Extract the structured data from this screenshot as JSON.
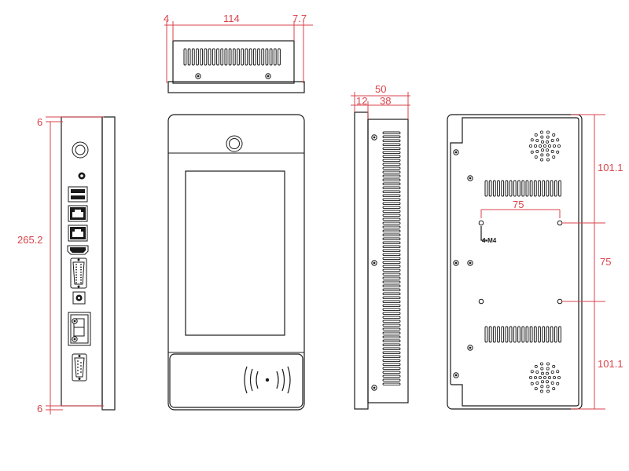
{
  "dimensions": {
    "top_left": "4",
    "top_width": "114",
    "top_right": "7.7",
    "side_depth_total": "50",
    "side_depth_front": "12",
    "side_depth_back": "38",
    "left_height": "265.2",
    "left_top_margin": "6",
    "left_bottom_margin": "6",
    "back_top": "101.1",
    "back_middle": "75",
    "back_bottom": "101.1",
    "vesa_width": "75",
    "mount_label": "4-M4"
  },
  "colors": {
    "dimension": "#d9434b",
    "outline": "#1a1a1a"
  },
  "icons": [
    "power-button-icon",
    "audio-jack-icon",
    "usb-port-icon",
    "ethernet-port-icon",
    "hdmi-port-icon",
    "vga-port-icon",
    "dc-power-icon",
    "terminal-block-icon",
    "serial-port-icon",
    "camera-icon",
    "nfc-reader-icon",
    "speaker-grille-icon",
    "screw-icon"
  ]
}
